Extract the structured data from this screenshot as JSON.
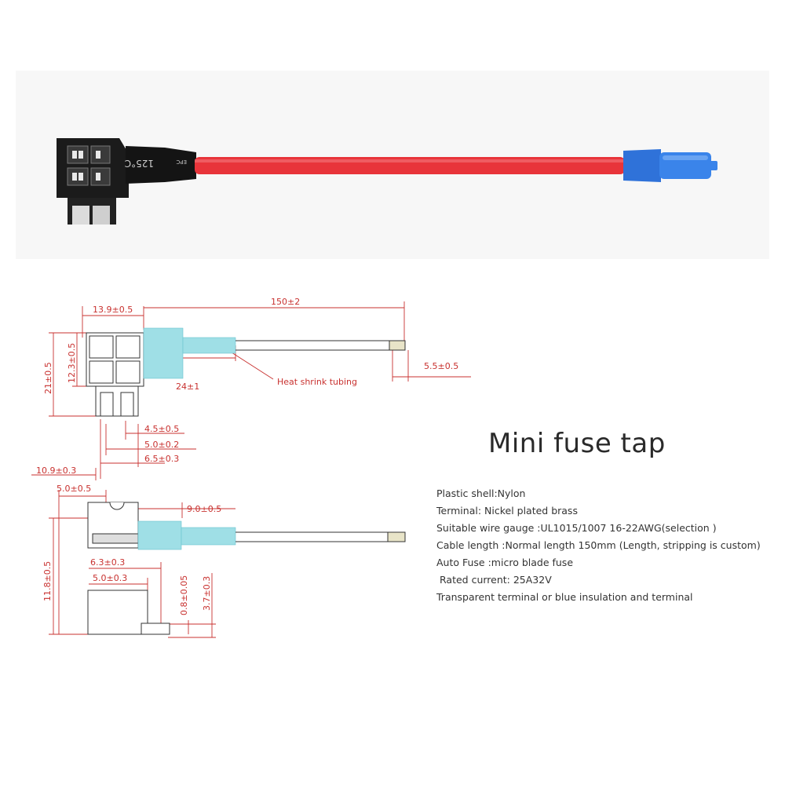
{
  "title": "Mini fuse tap",
  "specs": [
    "Plastic shell:Nylon",
    "Terminal: Nickel plated brass",
    "Suitable wire gauge :UL1015/1007 16-22AWG(selection )",
    "Cable length :Normal length 150mm (Length, stripping is custom)",
    "Auto Fuse :micro blade fuse",
    "Rated current: 25A32V",
    "Transparent terminal or blue insulation and terminal"
  ],
  "photo": {
    "housing_print": "125°C",
    "wire_color": "#e8343a",
    "terminal_color": "#2f72d9"
  },
  "drawing": {
    "dimensions": {
      "shell_width": "13.9±0.5",
      "cable_length": "150±2",
      "inner_height": "12.3±0.5",
      "overall_height": "21±0.5",
      "tubing_length": "24±1",
      "strip_length": "5.5±0.5",
      "blade_a": "4.5±0.5",
      "blade_b": "5.0±0.2",
      "blade_c": "6.5±0.3",
      "body_offset": "10.9±0.3",
      "top_width": "5.0±0.5",
      "tubing_width": "9.0±0.5",
      "side_height": "11.8±0.5",
      "side_a": "6.3±0.3",
      "side_b": "5.0±0.3",
      "blade_thickness": "0.8±0.05",
      "blade_height": "3.7±0.3"
    },
    "callout": "Heat shrink tubing",
    "dim_color": "#c8312f",
    "tubing_color": "#9fdfe6"
  }
}
